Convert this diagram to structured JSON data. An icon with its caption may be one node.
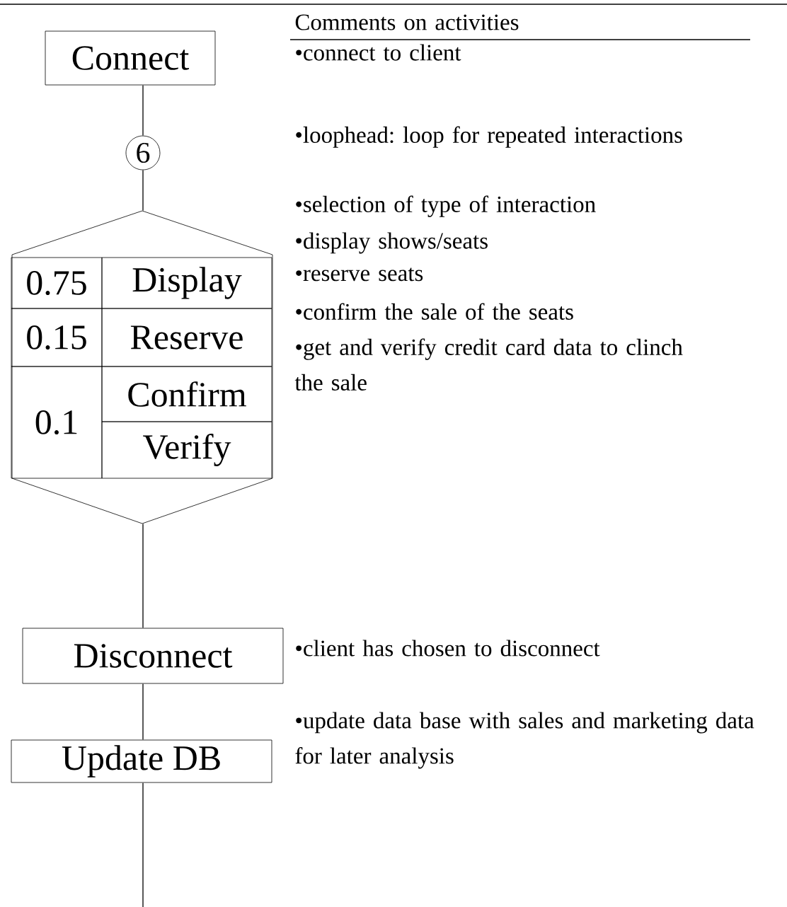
{
  "diagram": {
    "nodes": [
      {
        "text": [
          "Connect"
        ],
        "beside": [
          "•connect to client"
        ]
      },
      {
        "text": [
          "6"
        ]
      },
      {
        "text": [],
        "shape": "hexagon"
      },
      {
        "text": [
          "0.75"
        ],
        "in": 2
      },
      {
        "text": [
          "Display"
        ],
        "in": 2
      },
      {
        "text": [
          "0.15"
        ],
        "in": 2
      },
      {
        "text": [
          "Reserve"
        ],
        "in": 2
      },
      {
        "text": [
          "0.1"
        ],
        "in": 2
      },
      {
        "text": [
          "Confirm"
        ],
        "in": 2
      },
      {
        "text": [
          "Verify"
        ],
        "in": 2
      },
      {
        "text": [
          "Disconnect"
        ],
        "beside": [
          "•client has chosen to disconnect"
        ]
      },
      {
        "text": [
          "Update DB"
        ],
        "beside": [
          "•update data base with sales and marketing data for later analysis"
        ]
      }
    ],
    "edges": [
      {
        "from": 0,
        "to": 1,
        "arrow": "none"
      },
      {
        "from": 1,
        "to": 2,
        "arrow": "none"
      },
      {
        "from": 2,
        "to": 10,
        "arrow": "none"
      },
      {
        "from": 10,
        "to": 11,
        "arrow": "none"
      },
      {
        "from": 11,
        "to": null,
        "arrow": "none"
      }
    ],
    "labels": [
      "Comments on activities",
      "•loophead: loop for repeated interactions",
      "•selection of type of interaction",
      "•display shows/seats",
      "•reserve seats",
      "•confirm the sale of the seats",
      "•get and verify credit card data to clinch the sale"
    ]
  }
}
